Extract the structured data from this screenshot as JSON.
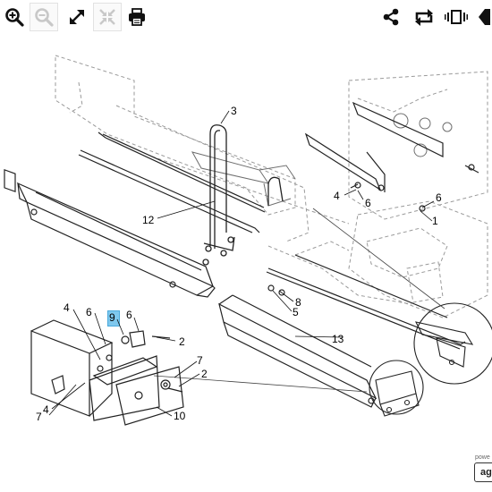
{
  "toolbar": {
    "zoom_in": "zoom-in-icon",
    "zoom_out": "zoom-out-icon",
    "fullscreen": "expand-icon",
    "fit": "fit-icon",
    "print": "print-icon",
    "share": "share-icon",
    "rotate": "rotate-icon",
    "slideshow": "slideshow-icon",
    "prev": "chevron-left-icon"
  },
  "diagram": {
    "callouts": [
      "3",
      "12",
      "4",
      "6",
      "6",
      "1",
      "8",
      "5",
      "13",
      "4",
      "6",
      "9",
      "6",
      "2",
      "7",
      "2",
      "4",
      "7",
      "10"
    ],
    "highlighted_callout": "9",
    "highlight_color": "#7ec8ee"
  },
  "footer": {
    "powered_text": "powe",
    "logo_text": "ag"
  }
}
